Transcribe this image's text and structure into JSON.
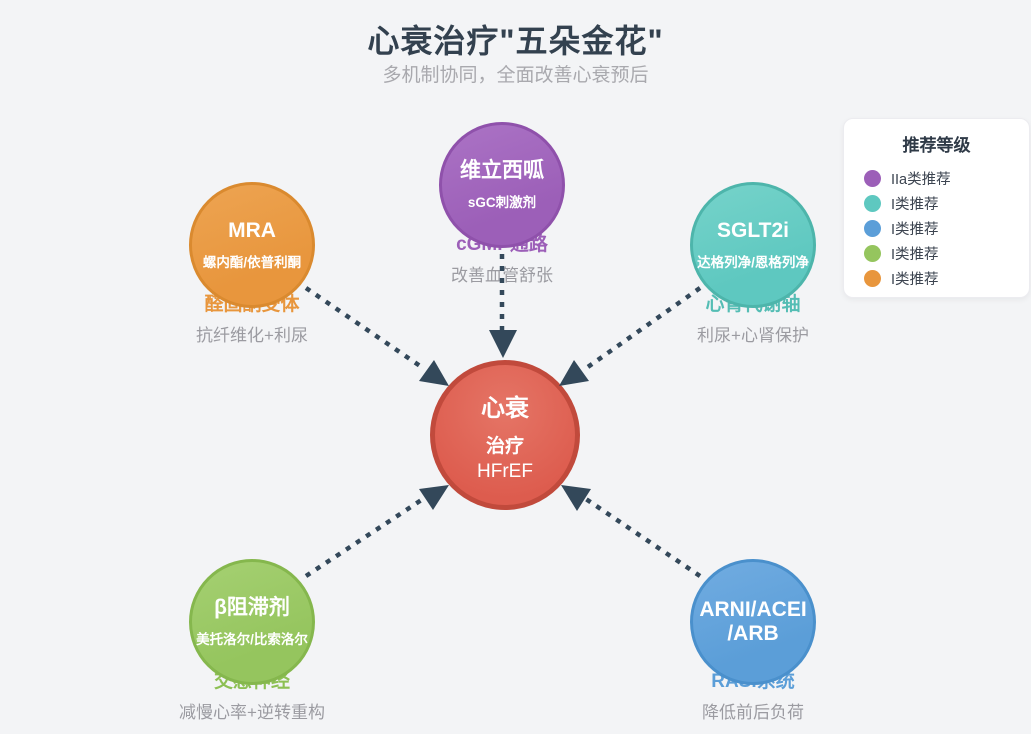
{
  "header": {
    "title": "心衰治疗\"五朵金花\"",
    "subtitle": "多机制协同，全面改善心衰预后"
  },
  "legend": {
    "title": "推荐等级",
    "items": [
      {
        "label": "IIa类推荐",
        "color": "#9c5fb8"
      },
      {
        "label": "I类推荐",
        "color": "#5ec8c0"
      },
      {
        "label": "I类推荐",
        "color": "#5b9ed8"
      },
      {
        "label": "I类推荐",
        "color": "#95c55e"
      },
      {
        "label": "I类推荐",
        "color": "#e8963d"
      }
    ]
  },
  "center": {
    "title": "心衰",
    "line2": "治疗",
    "line3": "HFrEF",
    "fill_color": "#dd5c4e",
    "border_color": "#c14a3c"
  },
  "nodes": [
    {
      "id": "vericiguat",
      "title": "维立西呱",
      "subtitle": "sGC刺激剂",
      "target": "cGMP通路",
      "effect": "改善血管舒张",
      "color": "#9c5fb8"
    },
    {
      "id": "mra",
      "title": "MRA",
      "subtitle": "螺内酯/依普利酮",
      "target": "醛固酮受体",
      "effect": "抗纤维化+利尿",
      "color": "#e8963d"
    },
    {
      "id": "sglt2i",
      "title": "SGLT2i",
      "subtitle": "达格列净/恩格列净",
      "target": "心肾代谢轴",
      "effect": "利尿+心肾保护",
      "color": "#5ec8c0"
    },
    {
      "id": "beta-blocker",
      "title": "β阻滞剂",
      "subtitle": "美托洛尔/比索洛尔",
      "target": "交感神经",
      "effect": "减慢心率+逆转重构",
      "color": "#95c55e"
    },
    {
      "id": "arni-acei-arb",
      "title": "ARNI/ACEI",
      "title2": "/ARB",
      "target": "RASI系统",
      "effect": "降低前后负荷",
      "color": "#5b9ed8"
    }
  ],
  "colors": {
    "arrow": "#33485a",
    "background": "#f3f4f6",
    "title_text": "#33414f"
  }
}
